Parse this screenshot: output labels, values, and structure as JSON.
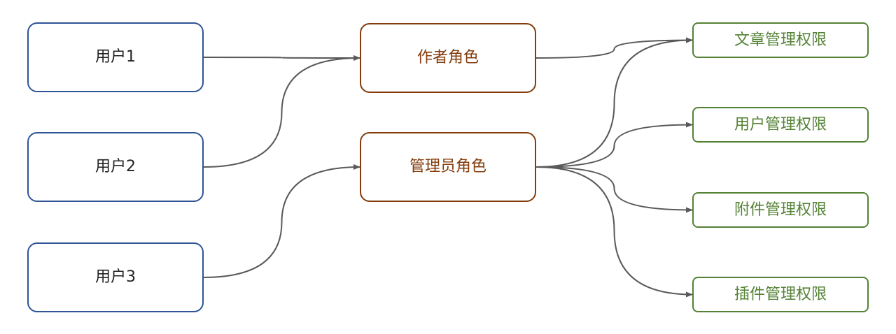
{
  "colors": {
    "user_border": "#2f5597",
    "role": "#843c0c",
    "permission": "#548235",
    "connector": "#595959"
  },
  "users": [
    {
      "label": "用户1"
    },
    {
      "label": "用户2"
    },
    {
      "label": "用户3"
    }
  ],
  "roles": [
    {
      "label": "作者角色"
    },
    {
      "label": "管理员角色"
    }
  ],
  "permissions": [
    {
      "label": "文章管理权限"
    },
    {
      "label": "用户管理权限"
    },
    {
      "label": "附件管理权限"
    },
    {
      "label": "插件管理权限"
    }
  ],
  "links": [
    {
      "from": "user-1",
      "to": "role-author"
    },
    {
      "from": "user-2",
      "to": "role-author"
    },
    {
      "from": "user-3",
      "to": "role-admin"
    },
    {
      "from": "role-author",
      "to": "perm-article"
    },
    {
      "from": "role-admin",
      "to": "perm-article"
    },
    {
      "from": "role-admin",
      "to": "perm-user"
    },
    {
      "from": "role-admin",
      "to": "perm-attachment"
    },
    {
      "from": "role-admin",
      "to": "perm-plugin"
    }
  ]
}
